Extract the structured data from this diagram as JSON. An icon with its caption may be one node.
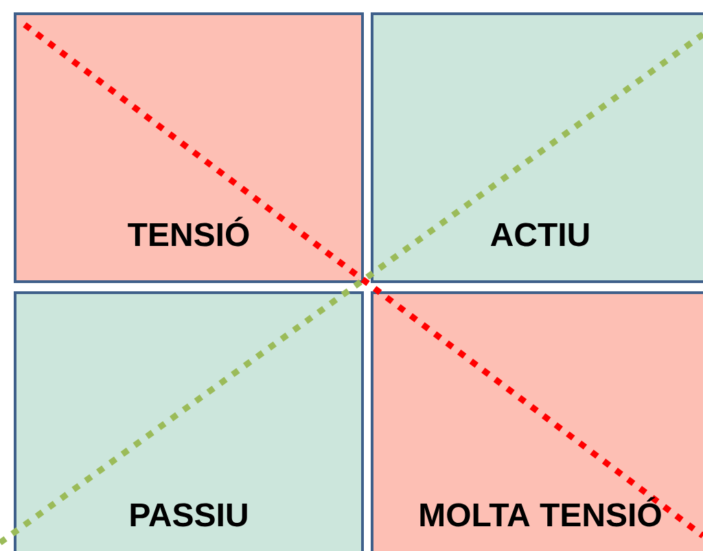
{
  "diagram": {
    "nodes": [
      {
        "text": [
          "TENSIÓ"
        ]
      },
      {
        "text": [
          "ACTIU"
        ]
      },
      {
        "text": [
          "PASSIU"
        ]
      },
      {
        "text": [
          "MOLTA TENSIÓ"
        ]
      }
    ]
  }
}
